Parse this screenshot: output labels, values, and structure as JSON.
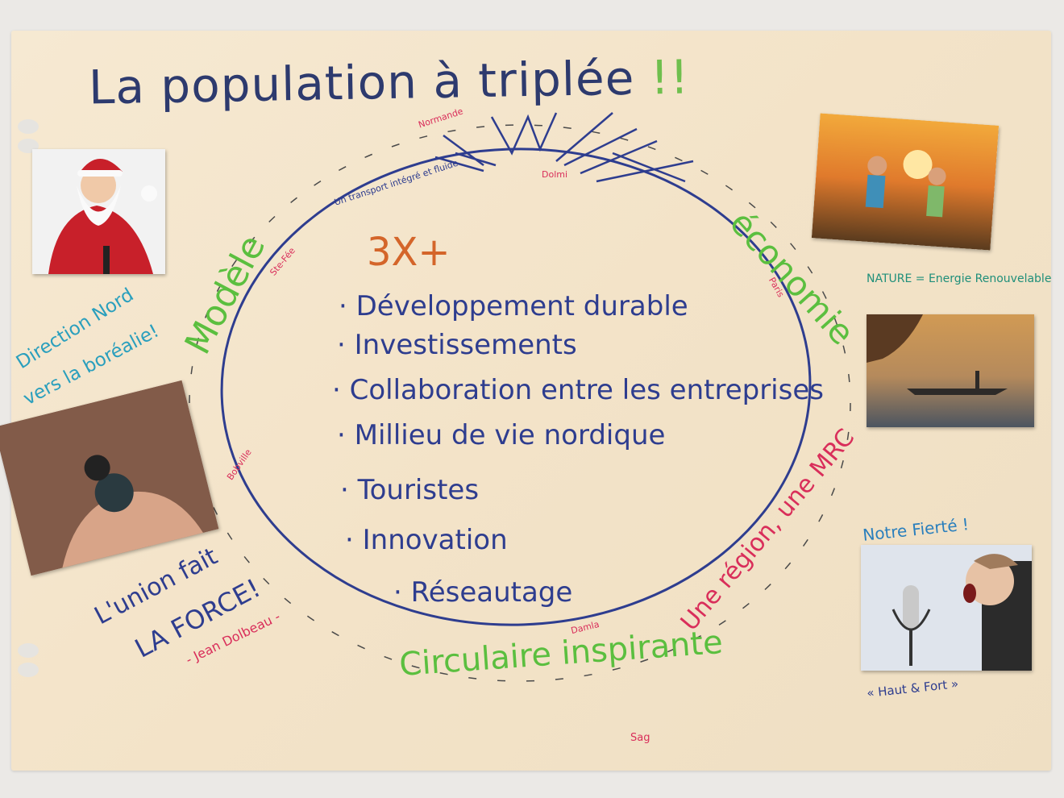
{
  "poster": {
    "title": "La population à triplée",
    "title_highlight": "L",
    "title_exclaim": "!!",
    "center_heading": "3X+",
    "bullets": [
      "· Développement durable",
      "· Investissements",
      "· Collaboration entre les entreprises",
      "· Millieu de vie nordique",
      "· Touristes",
      "· Innovation",
      "· Réseautage"
    ],
    "ring_labels": {
      "top": "Un transport intégré et fluide",
      "left": "Modèle",
      "right": "économie",
      "bottom": "Circulaire inspirante",
      "bottom_right": "Une région, une MRC"
    },
    "place_markers": [
      "Normande",
      "Dolmi",
      "Ste-Fée",
      "Paris",
      "Bobville",
      "Damla",
      "Sag"
    ],
    "side_notes": {
      "direction": [
        "Direction Nord",
        "vers la boréalie!"
      ],
      "union": [
        "L'union fait",
        "LA FORCE!"
      ],
      "union_author": "- Jean Dolbeau -",
      "nature": "NATURE = Energie Renouvelable",
      "fierte": "Notre Fierté !",
      "haut_fort": "« Haut & Fort »"
    },
    "photos": [
      "santa-photo",
      "children-sunset-photo",
      "compass-hand-photo",
      "fisherman-lake-photo",
      "boy-microphone-photo"
    ]
  },
  "colors": {
    "paper": "#f3e3c8",
    "blue_marker": "#2e3d8f",
    "green_marker": "#5bbf3f",
    "red_marker": "#d92e5a",
    "teal_marker": "#2a9fbd"
  }
}
